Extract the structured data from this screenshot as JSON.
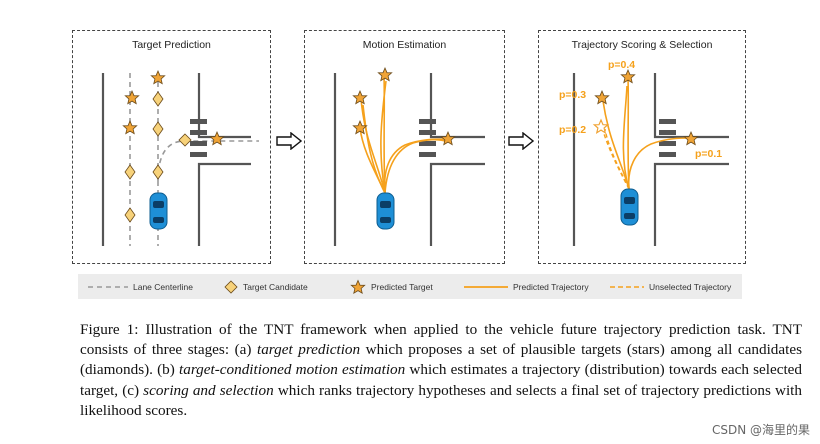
{
  "panels": {
    "target_prediction_title": "Target Prediction",
    "motion_estimation_title": "Motion Estimation",
    "scoring_title": "Trajectory Scoring & Selection"
  },
  "probabilities": {
    "p1": "p=0.4",
    "p2": "p=0.3",
    "p3": "p=0.2",
    "p4": "p=0.1"
  },
  "legend": {
    "lane_centerline": "Lane Centerline",
    "target_candidate": "Target Candidate",
    "predicted_target": "Predicted Target",
    "predicted_trajectory": "Predicted Trajectory",
    "unselected_trajectory": "Unselected Trajectory"
  },
  "caption": {
    "part1": "Figure 1: Illustration of the TNT framework when applied to the vehicle future trajectory prediction task. TNT consists of three stages: (a) ",
    "italic1": "target prediction",
    "part2": " which proposes a set of plausible targets (stars) among all candidates (diamonds). (b) ",
    "italic2": "target-conditioned motion estimation",
    "part3": " which estimates a trajectory (distribution) towards each selected target, (c) ",
    "italic3": "scoring and selection",
    "part4": " which ranks trajectory hypotheses and selects a final set of trajectory predictions with likelihood scores."
  },
  "watermark": "CSDN @海里的果",
  "colors": {
    "accent": "#f5a11c",
    "star_fill": "#f0a436",
    "star_stroke": "#6a4a1a",
    "diamond_fill": "#f7d27a",
    "car": "#1e8fd6"
  }
}
